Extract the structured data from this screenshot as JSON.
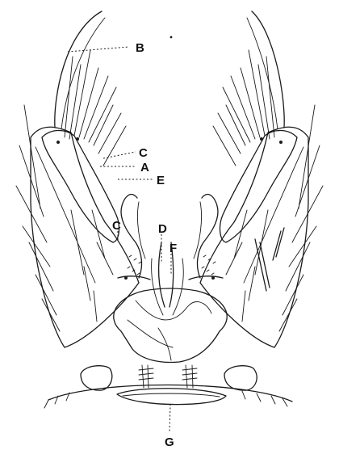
{
  "labels": {
    "a": "A",
    "b": "B",
    "c1": "C",
    "c2": "C",
    "d": "D",
    "e": "E",
    "f": "F",
    "g": "G"
  },
  "colors": {
    "ink": "#1a1a1a",
    "paper": "#ffffff"
  }
}
